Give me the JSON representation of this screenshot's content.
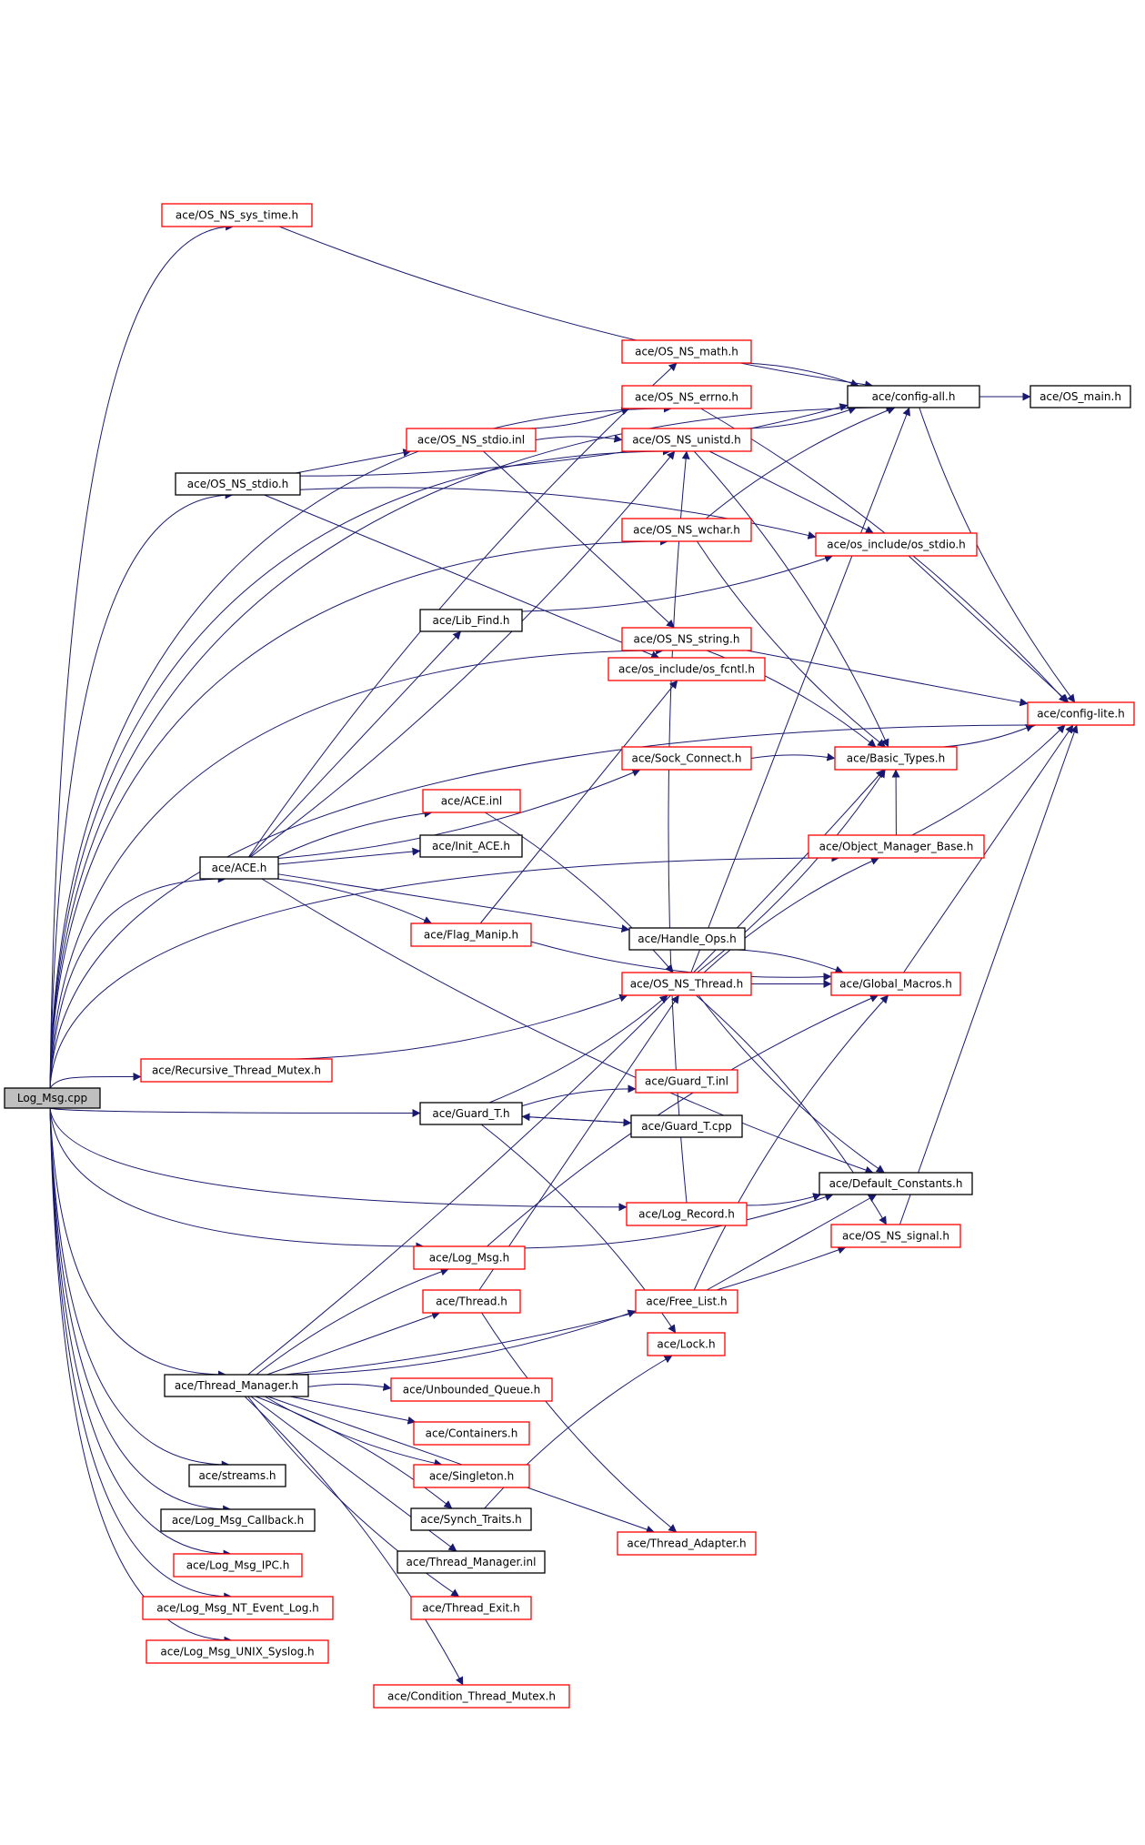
{
  "colors": {
    "edge": "#191970",
    "border_documented": "#000000",
    "border_truncated": "#ff0000",
    "root_fill": "#bfbfbf",
    "node_fill": "#ffffff"
  },
  "nodes": [
    {
      "id": "log_msg_cpp",
      "label": "Log_Msg.cpp",
      "kind": "root"
    },
    {
      "id": "os_ns_sys_time",
      "label": "ace/OS_NS_sys_time.h",
      "kind": "truncated"
    },
    {
      "id": "os_ns_math",
      "label": "ace/OS_NS_math.h",
      "kind": "truncated"
    },
    {
      "id": "config_all",
      "label": "ace/config-all.h",
      "kind": "documented"
    },
    {
      "id": "os_main",
      "label": "ace/OS_main.h",
      "kind": "documented"
    },
    {
      "id": "os_ns_errno",
      "label": "ace/OS_NS_errno.h",
      "kind": "truncated"
    },
    {
      "id": "os_ns_stdio_inl",
      "label": "ace/OS_NS_stdio.inl",
      "kind": "truncated"
    },
    {
      "id": "os_ns_unistd",
      "label": "ace/OS_NS_unistd.h",
      "kind": "truncated"
    },
    {
      "id": "os_ns_stdio",
      "label": "ace/OS_NS_stdio.h",
      "kind": "documented"
    },
    {
      "id": "os_ns_wchar",
      "label": "ace/OS_NS_wchar.h",
      "kind": "truncated"
    },
    {
      "id": "os_include_stdio",
      "label": "ace/os_include/os_stdio.h",
      "kind": "truncated"
    },
    {
      "id": "lib_find",
      "label": "ace/Lib_Find.h",
      "kind": "documented"
    },
    {
      "id": "os_ns_string",
      "label": "ace/OS_NS_string.h",
      "kind": "truncated"
    },
    {
      "id": "os_include_fcntl",
      "label": "ace/os_include/os_fcntl.h",
      "kind": "truncated"
    },
    {
      "id": "config_lite",
      "label": "ace/config-lite.h",
      "kind": "truncated"
    },
    {
      "id": "sock_connect",
      "label": "ace/Sock_Connect.h",
      "kind": "truncated"
    },
    {
      "id": "basic_types",
      "label": "ace/Basic_Types.h",
      "kind": "truncated"
    },
    {
      "id": "ace_inl",
      "label": "ace/ACE.inl",
      "kind": "truncated"
    },
    {
      "id": "object_manager_base",
      "label": "ace/Object_Manager_Base.h",
      "kind": "truncated"
    },
    {
      "id": "init_ace",
      "label": "ace/Init_ACE.h",
      "kind": "documented"
    },
    {
      "id": "ace_h",
      "label": "ace/ACE.h",
      "kind": "documented"
    },
    {
      "id": "flag_manip",
      "label": "ace/Flag_Manip.h",
      "kind": "truncated"
    },
    {
      "id": "handle_ops",
      "label": "ace/Handle_Ops.h",
      "kind": "documented"
    },
    {
      "id": "os_ns_thread",
      "label": "ace/OS_NS_Thread.h",
      "kind": "truncated"
    },
    {
      "id": "global_macros",
      "label": "ace/Global_Macros.h",
      "kind": "truncated"
    },
    {
      "id": "recursive_thread_mutex",
      "label": "ace/Recursive_Thread_Mutex.h",
      "kind": "truncated"
    },
    {
      "id": "guard_t_inl",
      "label": "ace/Guard_T.inl",
      "kind": "truncated"
    },
    {
      "id": "guard_t_h",
      "label": "ace/Guard_T.h",
      "kind": "documented"
    },
    {
      "id": "guard_t_cpp",
      "label": "ace/Guard_T.cpp",
      "kind": "documented"
    },
    {
      "id": "default_constants",
      "label": "ace/Default_Constants.h",
      "kind": "documented"
    },
    {
      "id": "log_record",
      "label": "ace/Log_Record.h",
      "kind": "truncated"
    },
    {
      "id": "os_ns_signal",
      "label": "ace/OS_NS_signal.h",
      "kind": "truncated"
    },
    {
      "id": "log_msg_h",
      "label": "ace/Log_Msg.h",
      "kind": "truncated"
    },
    {
      "id": "thread_h",
      "label": "ace/Thread.h",
      "kind": "truncated"
    },
    {
      "id": "free_list",
      "label": "ace/Free_List.h",
      "kind": "truncated"
    },
    {
      "id": "lock_h",
      "label": "ace/Lock.h",
      "kind": "truncated"
    },
    {
      "id": "thread_manager_h",
      "label": "ace/Thread_Manager.h",
      "kind": "documented"
    },
    {
      "id": "unbounded_queue",
      "label": "ace/Unbounded_Queue.h",
      "kind": "truncated"
    },
    {
      "id": "containers",
      "label": "ace/Containers.h",
      "kind": "truncated"
    },
    {
      "id": "streams",
      "label": "ace/streams.h",
      "kind": "documented"
    },
    {
      "id": "singleton",
      "label": "ace/Singleton.h",
      "kind": "truncated"
    },
    {
      "id": "log_msg_callback",
      "label": "ace/Log_Msg_Callback.h",
      "kind": "documented"
    },
    {
      "id": "synch_traits",
      "label": "ace/Synch_Traits.h",
      "kind": "documented"
    },
    {
      "id": "thread_adapter",
      "label": "ace/Thread_Adapter.h",
      "kind": "truncated"
    },
    {
      "id": "log_msg_ipc",
      "label": "ace/Log_Msg_IPC.h",
      "kind": "truncated"
    },
    {
      "id": "thread_manager_inl",
      "label": "ace/Thread_Manager.inl",
      "kind": "documented"
    },
    {
      "id": "log_msg_nt",
      "label": "ace/Log_Msg_NT_Event_Log.h",
      "kind": "truncated"
    },
    {
      "id": "thread_exit",
      "label": "ace/Thread_Exit.h",
      "kind": "truncated"
    },
    {
      "id": "log_msg_unix",
      "label": "ace/Log_Msg_UNIX_Syslog.h",
      "kind": "truncated"
    },
    {
      "id": "condition_thread_mutex",
      "label": "ace/Condition_Thread_Mutex.h",
      "kind": "truncated"
    }
  ],
  "edges": [
    {
      "from": "log_msg_cpp",
      "to": "config_all"
    },
    {
      "from": "log_msg_cpp",
      "to": "os_ns_sys_time"
    },
    {
      "from": "os_ns_sys_time",
      "to": "config_all"
    },
    {
      "from": "log_msg_cpp",
      "to": "os_ns_errno"
    },
    {
      "from": "log_msg_cpp",
      "to": "os_ns_stdio"
    },
    {
      "from": "log_msg_cpp",
      "to": "os_ns_wchar"
    },
    {
      "from": "log_msg_cpp",
      "to": "os_ns_string"
    },
    {
      "from": "log_msg_cpp",
      "to": "config_lite"
    },
    {
      "from": "log_msg_cpp",
      "to": "object_manager_base"
    },
    {
      "from": "log_msg_cpp",
      "to": "ace_h"
    },
    {
      "from": "log_msg_cpp",
      "to": "recursive_thread_mutex"
    },
    {
      "from": "log_msg_cpp",
      "to": "guard_t_h"
    },
    {
      "from": "log_msg_cpp",
      "to": "log_record"
    },
    {
      "from": "log_msg_cpp",
      "to": "log_msg_h"
    },
    {
      "from": "log_msg_cpp",
      "to": "thread_manager_h"
    },
    {
      "from": "log_msg_cpp",
      "to": "streams"
    },
    {
      "from": "log_msg_cpp",
      "to": "log_msg_callback"
    },
    {
      "from": "log_msg_cpp",
      "to": "log_msg_ipc"
    },
    {
      "from": "log_msg_cpp",
      "to": "log_msg_nt"
    },
    {
      "from": "log_msg_cpp",
      "to": "log_msg_unix"
    },
    {
      "from": "log_msg_cpp",
      "to": "os_ns_unistd"
    },
    {
      "from": "os_ns_math",
      "to": "config_all"
    },
    {
      "from": "config_all",
      "to": "os_main"
    },
    {
      "from": "config_all",
      "to": "config_lite"
    },
    {
      "from": "os_ns_errno",
      "to": "config_lite"
    },
    {
      "from": "os_ns_stdio",
      "to": "os_ns_stdio_inl"
    },
    {
      "from": "os_ns_stdio",
      "to": "config_all"
    },
    {
      "from": "os_ns_stdio",
      "to": "os_include_stdio"
    },
    {
      "from": "os_ns_stdio",
      "to": "os_include_fcntl"
    },
    {
      "from": "os_ns_stdio_inl",
      "to": "os_ns_errno"
    },
    {
      "from": "os_ns_stdio_inl",
      "to": "os_ns_unistd"
    },
    {
      "from": "os_ns_stdio_inl",
      "to": "os_ns_string"
    },
    {
      "from": "os_ns_unistd",
      "to": "config_all"
    },
    {
      "from": "os_ns_unistd",
      "to": "basic_types"
    },
    {
      "from": "os_ns_unistd",
      "to": "os_include_stdio"
    },
    {
      "from": "os_ns_wchar",
      "to": "basic_types"
    },
    {
      "from": "os_ns_wchar",
      "to": "config_all"
    },
    {
      "from": "os_include_stdio",
      "to": "config_lite"
    },
    {
      "from": "lib_find",
      "to": "os_include_stdio"
    },
    {
      "from": "os_ns_string",
      "to": "basic_types"
    },
    {
      "from": "os_ns_string",
      "to": "config_lite"
    },
    {
      "from": "basic_types",
      "to": "config_lite"
    },
    {
      "from": "sock_connect",
      "to": "basic_types"
    },
    {
      "from": "object_manager_base",
      "to": "basic_types"
    },
    {
      "from": "object_manager_base",
      "to": "config_lite"
    },
    {
      "from": "ace_h",
      "to": "os_ns_math"
    },
    {
      "from": "ace_h",
      "to": "lib_find"
    },
    {
      "from": "ace_h",
      "to": "os_ns_unistd"
    },
    {
      "from": "ace_h",
      "to": "ace_inl"
    },
    {
      "from": "ace_h",
      "to": "init_ace"
    },
    {
      "from": "ace_h",
      "to": "sock_connect"
    },
    {
      "from": "ace_h",
      "to": "flag_manip"
    },
    {
      "from": "ace_h",
      "to": "handle_ops"
    },
    {
      "from": "ace_h",
      "to": "default_constants"
    },
    {
      "from": "ace_inl",
      "to": "os_ns_thread"
    },
    {
      "from": "flag_manip",
      "to": "os_include_fcntl"
    },
    {
      "from": "flag_manip",
      "to": "global_macros"
    },
    {
      "from": "handle_ops",
      "to": "global_macros"
    },
    {
      "from": "os_ns_thread",
      "to": "global_macros"
    },
    {
      "from": "os_ns_thread",
      "to": "basic_types"
    },
    {
      "from": "os_ns_thread",
      "to": "object_manager_base"
    },
    {
      "from": "os_ns_thread",
      "to": "config_all"
    },
    {
      "from": "os_ns_thread",
      "to": "default_constants"
    },
    {
      "from": "os_ns_thread",
      "to": "os_ns_signal"
    },
    {
      "from": "global_macros",
      "to": "config_lite"
    },
    {
      "from": "recursive_thread_mutex",
      "to": "os_ns_thread"
    },
    {
      "from": "guard_t_h",
      "to": "guard_t_inl"
    },
    {
      "from": "guard_t_h",
      "to": "guard_t_cpp"
    },
    {
      "from": "guard_t_h",
      "to": "os_ns_thread"
    },
    {
      "from": "guard_t_h",
      "to": "lock_h"
    },
    {
      "from": "guard_t_cpp",
      "to": "guard_t_h"
    },
    {
      "from": "log_record",
      "to": "default_constants"
    },
    {
      "from": "log_record",
      "to": "os_ns_unistd"
    },
    {
      "from": "os_ns_signal",
      "to": "config_lite"
    },
    {
      "from": "log_msg_h",
      "to": "default_constants"
    },
    {
      "from": "log_msg_h",
      "to": "global_macros"
    },
    {
      "from": "thread_h",
      "to": "os_ns_thread"
    },
    {
      "from": "thread_h",
      "to": "thread_adapter"
    },
    {
      "from": "free_list",
      "to": "global_macros"
    },
    {
      "from": "free_list",
      "to": "default_constants"
    },
    {
      "from": "thread_manager_h",
      "to": "basic_types"
    },
    {
      "from": "thread_manager_h",
      "to": "log_msg_h"
    },
    {
      "from": "thread_manager_h",
      "to": "thread_h"
    },
    {
      "from": "thread_manager_h",
      "to": "free_list"
    },
    {
      "from": "thread_manager_h",
      "to": "unbounded_queue"
    },
    {
      "from": "thread_manager_h",
      "to": "containers"
    },
    {
      "from": "thread_manager_h",
      "to": "singleton"
    },
    {
      "from": "thread_manager_h",
      "to": "synch_traits"
    },
    {
      "from": "thread_manager_h",
      "to": "thread_manager_inl"
    },
    {
      "from": "thread_manager_h",
      "to": "thread_exit"
    },
    {
      "from": "thread_manager_h",
      "to": "condition_thread_mutex"
    },
    {
      "from": "thread_manager_h",
      "to": "thread_adapter"
    },
    {
      "from": "thread_manager_h",
      "to": "os_ns_signal"
    },
    {
      "from": "synch_traits",
      "to": "lock_h"
    }
  ]
}
